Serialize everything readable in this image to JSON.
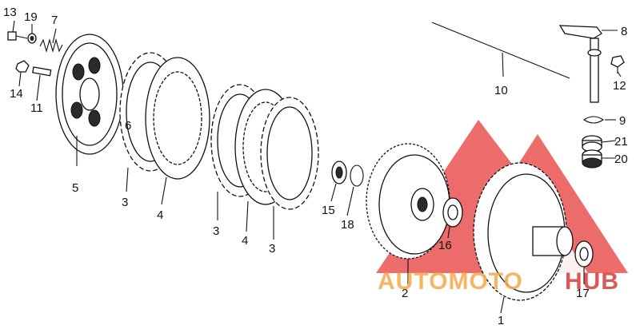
{
  "diagram": {
    "callouts": [
      "1",
      "2",
      "3",
      "3",
      "3",
      "4",
      "4",
      "5",
      "6",
      "7",
      "8",
      "9",
      "10",
      "11",
      "12",
      "13",
      "14",
      "15",
      "16",
      "17",
      "18",
      "19",
      "20",
      "21"
    ]
  },
  "watermark": {
    "text_left": "AUTOMOTO",
    "text_right": "HUB",
    "color_left": "#f4a94a",
    "color_right": "#d63a3a",
    "triangle_color": "#e84848"
  }
}
